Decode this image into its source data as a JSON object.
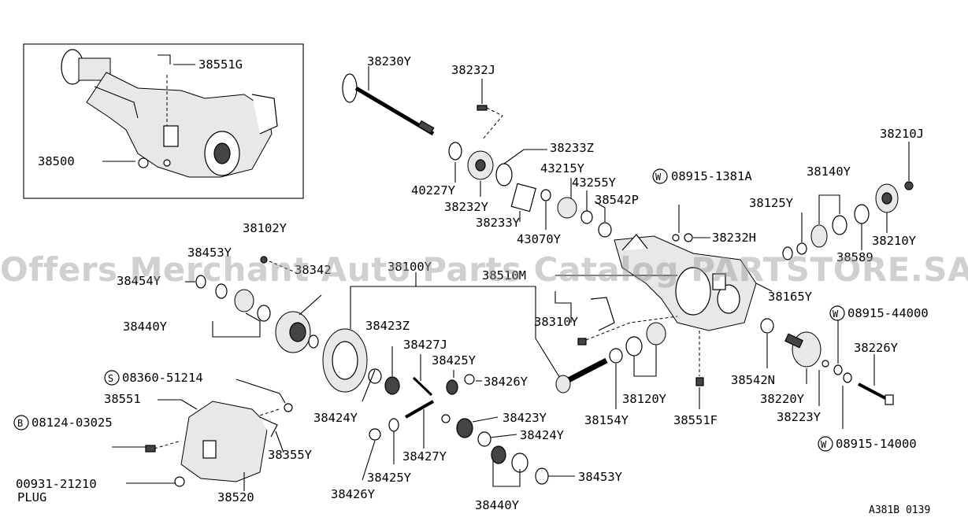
{
  "watermark": "Offers Merchant Auto Parts Catalog PARTSTORE.SA",
  "footer_code": "A381B 0139",
  "labels": {
    "l38551G": "38551G",
    "l38500": "38500",
    "l38230Y": "38230Y",
    "l38232J": "38232J",
    "l38233Z": "38233Z",
    "l40227Y": "40227Y",
    "l38232Y": "38232Y",
    "l43215Y": "43215Y",
    "l43255Y": "43255Y",
    "l38233Y": "38233Y",
    "l43070Y": "43070Y",
    "l38542P": "38542P",
    "l08915_1381A": "08915-1381A",
    "l38232H": "38232H",
    "l38125Y": "38125Y",
    "l38140Y": "38140Y",
    "l38210J": "38210J",
    "l38210Y": "38210Y",
    "l38589": "38589",
    "l38165Y": "38165Y",
    "l38102Y": "38102Y",
    "l38453Y_a": "38453Y",
    "l38454Y": "38454Y",
    "l38342": "38342",
    "l38100Y": "38100Y",
    "l38510M": "38510M",
    "l38440Y_a": "38440Y",
    "l38423Z": "38423Z",
    "l38427J": "38427J",
    "l38425Y_a": "38425Y",
    "l38426Y_a": "38426Y",
    "l38310Y": "38310Y",
    "l38542N": "38542N",
    "l08915_44000": "08915-44000",
    "l38226Y": "38226Y",
    "l38220Y": "38220Y",
    "l38223Y": "38223Y",
    "l08915_14000": "08915-14000",
    "l38120Y": "38120Y",
    "l38154Y": "38154Y",
    "l38551F": "38551F",
    "l08360_51214": "08360-51214",
    "l38551": "38551",
    "l08124_03025": "08124-03025",
    "l38355Y": "38355Y",
    "l00931_21210": "00931-21210",
    "lPLUG": "PLUG",
    "l38520": "38520",
    "l38424Y_a": "38424Y",
    "l38427Y": "38427Y",
    "l38423Y": "38423Y",
    "l38424Y_b": "38424Y",
    "l38425Y_b": "38425Y",
    "l38426Y_b": "38426Y",
    "l38440Y_b": "38440Y",
    "l38453Y_b": "38453Y"
  },
  "circle_marks": {
    "w1": "W",
    "w2": "W",
    "w3": "W",
    "s1": "S",
    "b1": "B"
  }
}
